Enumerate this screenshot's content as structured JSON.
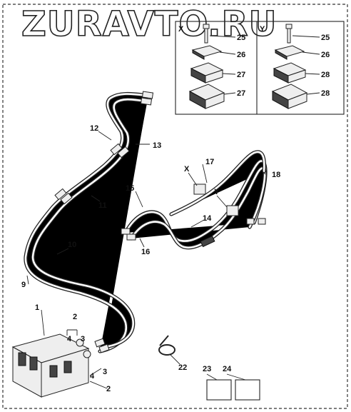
{
  "watermark": "ZURAVTO.RU",
  "inset_views": [
    "X",
    "Y"
  ],
  "callouts": {
    "p1": "1",
    "p2a": "2",
    "p2b": "2",
    "p3a": "3",
    "p3b": "3",
    "p4a": "4",
    "p4b": "4",
    "p9": "9",
    "p10": "10",
    "p11": "11",
    "p12": "12",
    "p13": "13",
    "p14": "14",
    "p15": "15",
    "p16": "16",
    "p17": "17",
    "p18": "18",
    "p22": "22",
    "p23": "23",
    "p24": "24",
    "x25": "25",
    "x26": "26",
    "x27a": "27",
    "x27b": "27",
    "y25": "25",
    "y26": "26",
    "y28a": "28",
    "y28b": "28",
    "viewX": "X",
    "viewY": "Y"
  }
}
